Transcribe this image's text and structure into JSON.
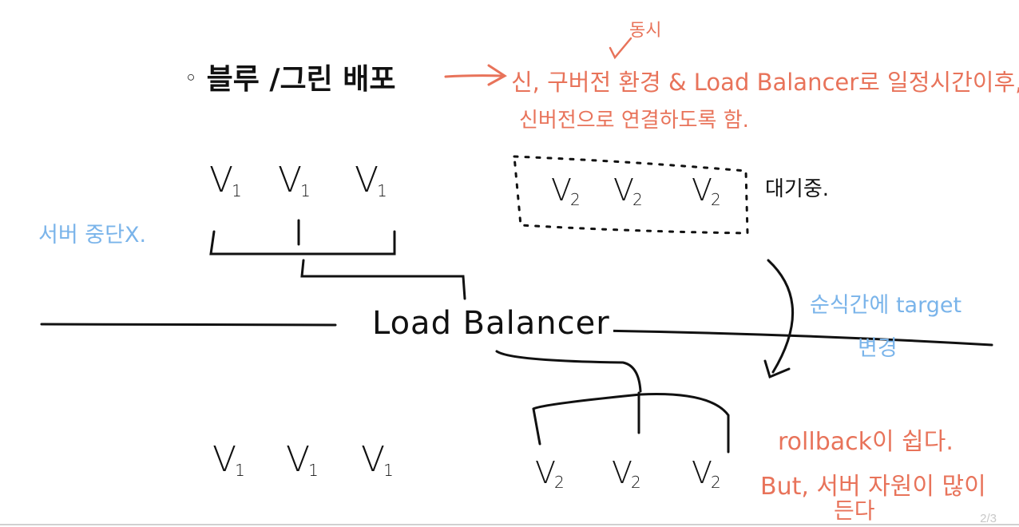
{
  "colors": {
    "ink": "#111111",
    "accent": "#e8735a",
    "note": "#7ab4ea"
  },
  "heading": {
    "bullet": "◦",
    "text": "블루 /그린 배포"
  },
  "explanation": {
    "insert": "동시",
    "line1": "신, 구버전 환경 & Load Balancer로 일정시간이후,",
    "line2": "신버전으로 연결하도록 함."
  },
  "top_nodes": [
    {
      "label": "V",
      "sub": "1"
    },
    {
      "label": "V",
      "sub": "1"
    },
    {
      "label": "V",
      "sub": "1"
    }
  ],
  "standby_nodes": [
    {
      "label": "V",
      "sub": "2"
    },
    {
      "label": "V",
      "sub": "2"
    },
    {
      "label": "V",
      "sub": "2"
    }
  ],
  "standby_label": "대기중.",
  "no_downtime_note": "서버 중단X.",
  "load_balancer_label": "Load Balancer",
  "switch_note": {
    "line1": "순식간에 target",
    "line2": "변경"
  },
  "bottom_old_nodes": [
    {
      "label": "V",
      "sub": "1"
    },
    {
      "label": "V",
      "sub": "1"
    },
    {
      "label": "V",
      "sub": "1"
    }
  ],
  "bottom_new_nodes": [
    {
      "label": "V",
      "sub": "2"
    },
    {
      "label": "V",
      "sub": "2"
    },
    {
      "label": "V",
      "sub": "2"
    }
  ],
  "pros_cons": {
    "line1": "rollback이 쉽다.",
    "line2": "But, 서버 자원이 많이",
    "line3": "든다"
  },
  "page_indicator": "2/3"
}
